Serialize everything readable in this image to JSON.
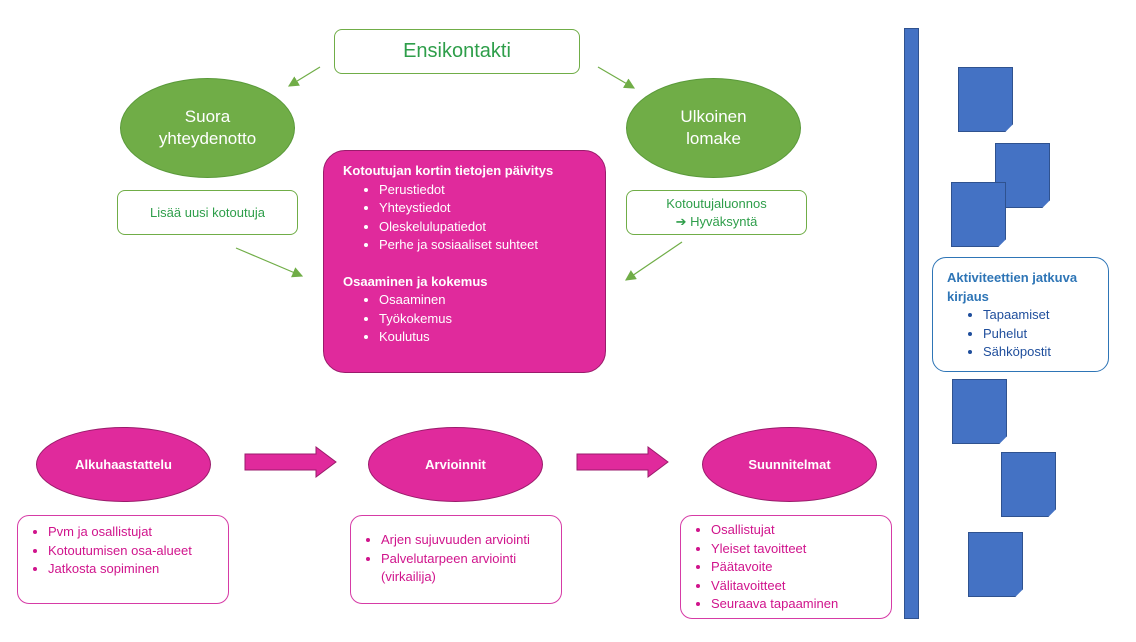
{
  "top": {
    "ensikontakti": "Ensikontakti",
    "suora_line1": "Suora",
    "suora_line2": "yhteydenotto",
    "ulkoinen_line1": "Ulkoinen",
    "ulkoinen_line2": "lomake",
    "lisaa": "Lisää uusi kotoutuja",
    "kotoutujaluonnos_line1": "Kotoutujaluonnos",
    "kotoutujaluonnos_line2": "Hyväksyntä",
    "arrow_glyph": "➔"
  },
  "card": {
    "heading1": "Kotoutujan kortin tietojen päivitys",
    "items1": [
      "Perustiedot",
      "Yhteystiedot",
      "Oleskelulupatiedot",
      "Perhe ja sosiaaliset suhteet"
    ],
    "heading2": "Osaaminen ja kokemus",
    "items2": [
      "Osaaminen",
      "Työkokemus",
      "Koulutus"
    ]
  },
  "process": {
    "alku": {
      "title": "Alkuhaastattelu",
      "items": [
        "Pvm ja osallistujat",
        "Kotoutumisen osa-alueet",
        "Jatkosta sopiminen"
      ]
    },
    "arvioinnit": {
      "title": "Arvioinnit",
      "items": [
        "Arjen sujuvuuden arviointi",
        "Palvelutarpeen arviointi (virkailija)"
      ]
    },
    "suunnitelmat": {
      "title": "Suunnitelmat",
      "items": [
        "Osallistujat",
        "Yleiset tavoitteet",
        "Päätavoite",
        "Välitavoitteet",
        "Seuraava tapaaminen"
      ]
    }
  },
  "activities": {
    "title": "Aktiviteettien jatkuva kirjaus",
    "items": [
      "Tapaamiset",
      "Puhelut",
      "Sähköpostit"
    ]
  },
  "colors": {
    "green": "#70ad47",
    "magenta": "#e02a9c",
    "blue": "#4472c4"
  }
}
